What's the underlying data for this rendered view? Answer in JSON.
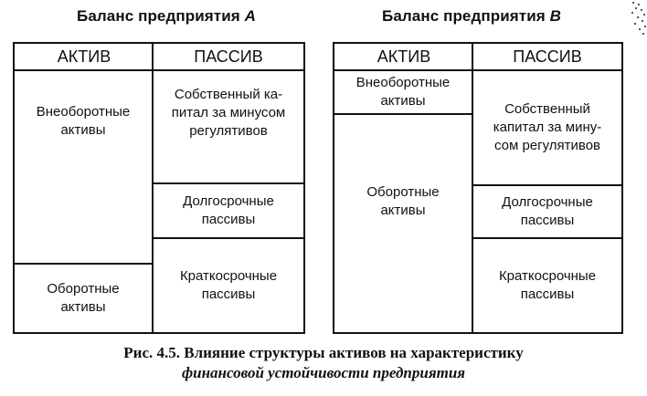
{
  "balance_a": {
    "title": "Баланс предприятия",
    "letter": "А",
    "assets_header": "АКТИВ",
    "liabilities_header": "ПАССИВ",
    "noncurrent_assets": "Внеоборотные\nактивы",
    "current_assets": "Оборотные\nактивы",
    "equity": "Собственный ка-\nпитал за минусом\nрегулятивов",
    "long_term": "Долгосрочные\nпассивы",
    "short_term": "Краткосрочные\nпассивы"
  },
  "balance_b": {
    "title": "Баланс предприятия",
    "letter": "В",
    "assets_header": "АКТИВ",
    "liabilities_header": "ПАССИВ",
    "noncurrent_assets": "Внеоборотные\nактивы",
    "current_assets": "Оборотные\nактивы",
    "equity": "Собственный\nкапитал за мину-\nсом регулятивов",
    "long_term": "Долгосрочные\nпассивы",
    "short_term": "Краткосрочные\nпассивы"
  },
  "caption": {
    "line1": "Рис. 4.5. Влияние структуры активов на характеристику",
    "line2": "финансовой устойчивости предприятия"
  }
}
